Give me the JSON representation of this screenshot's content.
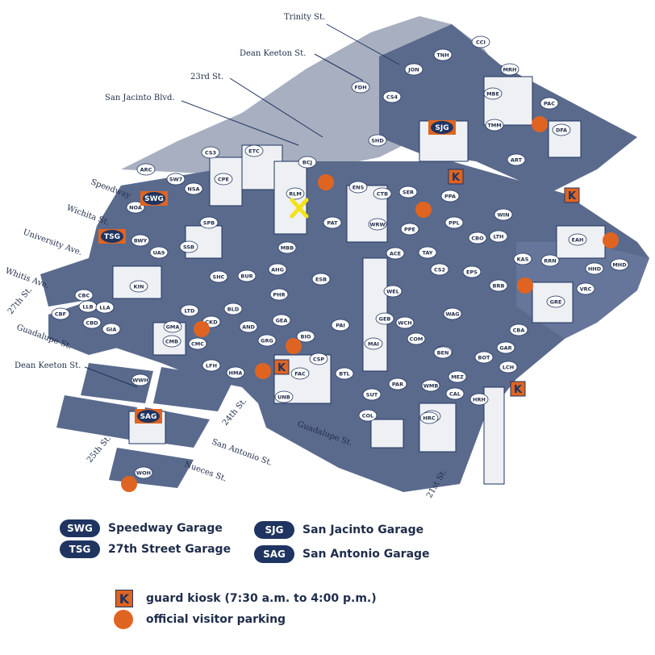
{
  "colors": {
    "navy": "#1f3460",
    "orange": "#e06421",
    "block": "#5a6a8c",
    "block_light": "#c7cdd9",
    "building": "#eef0f4",
    "marker_yellow": "#f2e21a"
  },
  "streets": [
    {
      "key": "trinity",
      "label": "Trinity St."
    },
    {
      "key": "deankeeton_n",
      "label": "Dean Keeton St."
    },
    {
      "key": "23rd",
      "label": "23rd St."
    },
    {
      "key": "sanjacinto",
      "label": "San Jacinto Blvd."
    },
    {
      "key": "speedway",
      "label": "Speedway"
    },
    {
      "key": "wichita",
      "label": "Wichita St."
    },
    {
      "key": "university",
      "label": "University Ave."
    },
    {
      "key": "whitis",
      "label": "Whitis Ave."
    },
    {
      "key": "27th",
      "label": "27th St."
    },
    {
      "key": "guadalupe_w",
      "label": "Guadalupe St."
    },
    {
      "key": "deankeeton_w",
      "label": "Dean Keeton St."
    },
    {
      "key": "24th",
      "label": "24th St."
    },
    {
      "key": "sanantonio",
      "label": "San Antonio St."
    },
    {
      "key": "25th",
      "label": "25th St."
    },
    {
      "key": "nueces",
      "label": "Nueces St."
    },
    {
      "key": "guadalupe_s",
      "label": "Guadalupe St."
    },
    {
      "key": "21st",
      "label": "21st St."
    }
  ],
  "buildings": [
    "CCI",
    "TNH",
    "JON",
    "MRH",
    "FDH",
    "CS4",
    "MBE",
    "PAC",
    "TMM",
    "DFA",
    "SHD",
    "ART",
    "ETC",
    "CS3",
    "BCJ",
    "ARC",
    "SW7",
    "NSA",
    "CPE",
    "ENS",
    "CTB",
    "SER",
    "PPA",
    "WIN",
    "RLM",
    "PAT",
    "WRW",
    "PPE",
    "PPL",
    "NOA",
    "SPB",
    "BWY",
    "SSB",
    "UA9",
    "MBB",
    "ACE",
    "TAY",
    "LTH",
    "CBO",
    "EAH",
    "KAS",
    "RRN",
    "HHD",
    "MHD",
    "AHG",
    "CS2",
    "EPS",
    "BRB",
    "SHC",
    "BUR",
    "ESB",
    "KIN",
    "PHR",
    "CBC",
    "LLB",
    "LLA",
    "CBF",
    "CBD",
    "GIA",
    "LTD",
    "BLD",
    "WEL",
    "VRC",
    "GRE",
    "GEA",
    "PAI",
    "WAG",
    "CKD",
    "GMA",
    "AND",
    "BIO",
    "GEB",
    "WCH",
    "CBA",
    "CMB",
    "CMC",
    "GRG",
    "MAI",
    "COM",
    "GAR",
    "CSP",
    "BOT",
    "MEZ",
    "BAT",
    "BEN",
    "LCH",
    "LFH",
    "HMA",
    "FAC",
    "BTL",
    "PAR",
    "WMB",
    "SUT",
    "CAL",
    "HRH",
    "UNB",
    "UTC",
    "HRC",
    "COL",
    "WWH",
    "WOH"
  ],
  "garages": [
    {
      "code": "SWG",
      "name": "Speedway Garage"
    },
    {
      "code": "TSG",
      "name": "27th Street Garage"
    },
    {
      "code": "SJG",
      "name": "San Jacinto Garage"
    },
    {
      "code": "SAG",
      "name": "San Antonio Garage"
    }
  ],
  "legend": {
    "kiosk_letter": "K",
    "kiosk_text": "guard kiosk (7:30 a.m. to 4:00 p.m.)",
    "visitor_text": "official visitor parking"
  }
}
